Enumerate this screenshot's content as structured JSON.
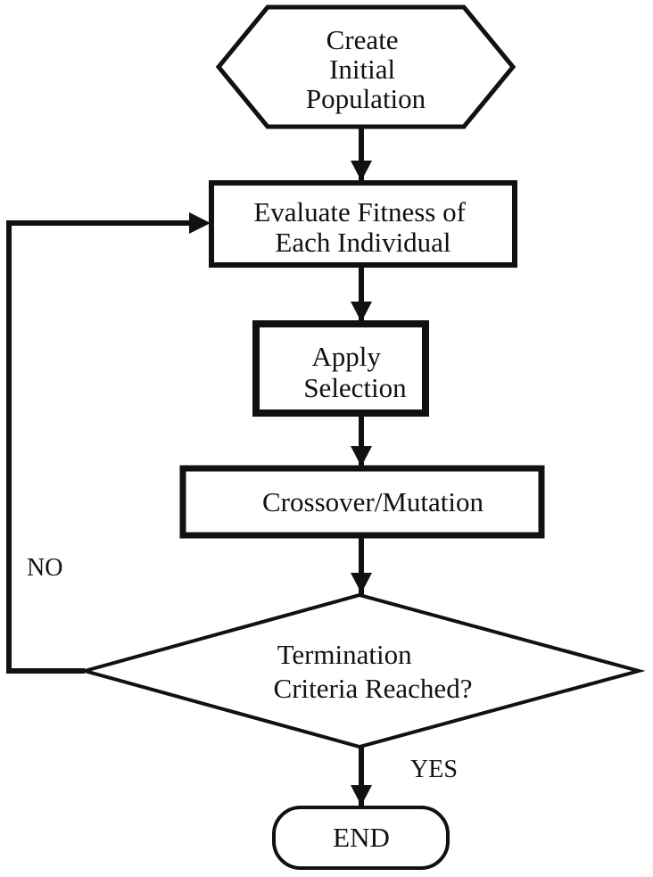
{
  "flowchart": {
    "nodes": {
      "start": {
        "shape": "hexagon",
        "lines": [
          "Create",
          "Initial",
          "Population"
        ]
      },
      "evaluate": {
        "shape": "rectangle",
        "lines": [
          "Evaluate Fitness of",
          "Each Individual"
        ]
      },
      "selection": {
        "shape": "rectangle",
        "lines": [
          "Apply",
          "Selection"
        ]
      },
      "crossover": {
        "shape": "rectangle",
        "lines": [
          "Crossover/Mutation"
        ]
      },
      "decision": {
        "shape": "diamond",
        "lines": [
          "Termination",
          "Criteria Reached?"
        ]
      },
      "end": {
        "shape": "rounded-rectangle",
        "lines": [
          "END"
        ]
      }
    },
    "edges": [
      {
        "from": "start",
        "to": "evaluate"
      },
      {
        "from": "evaluate",
        "to": "selection"
      },
      {
        "from": "selection",
        "to": "crossover"
      },
      {
        "from": "crossover",
        "to": "decision"
      },
      {
        "from": "decision",
        "to": "end",
        "label": "YES"
      },
      {
        "from": "decision",
        "to": "evaluate",
        "label": "NO"
      }
    ]
  }
}
